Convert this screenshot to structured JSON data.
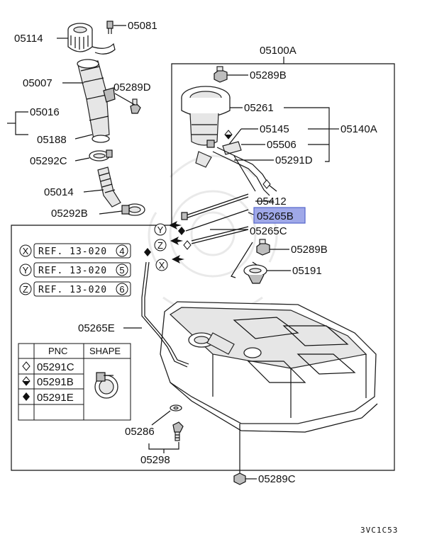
{
  "labels": {
    "p05114": "05114",
    "p05081": "05081",
    "p05007": "05007",
    "p05289D": "05289D",
    "p05016": "05016",
    "p05188": "05188",
    "p05292C": "05292C",
    "p05014": "05014",
    "p05292B": "05292B",
    "p05100A": "05100A",
    "p05289B_top": "05289B",
    "p05261": "05261",
    "p05145": "05145",
    "p05140A": "05140A",
    "p05506": "05506",
    "p05291D": "05291D",
    "p05412": "05412",
    "p05265B": "05265B",
    "p05265C": "05265C",
    "p05289B_mid": "05289B",
    "p05191": "05191",
    "p05265E": "05265E",
    "p05286": "05286",
    "p05298": "05298",
    "p05289C": "05289C"
  },
  "refs": [
    {
      "letter": "X",
      "text": "REF. 13-020",
      "num": "4"
    },
    {
      "letter": "Y",
      "text": "REF. 13-020",
      "num": "5"
    },
    {
      "letter": "Z",
      "text": "REF. 13-020",
      "num": "6"
    }
  ],
  "arrow_letters": {
    "y": "Y",
    "z": "Z",
    "x": "X"
  },
  "table": {
    "headers": {
      "pnc": "PNC",
      "shape": "SHAPE"
    },
    "rows": [
      {
        "symbol": "diamond-outline",
        "pnc": "05291C"
      },
      {
        "symbol": "diamond-half",
        "pnc": "05291B"
      },
      {
        "symbol": "diamond-filled",
        "pnc": "05291E"
      }
    ]
  },
  "highlight_color": "#9fa8e8",
  "diagram_code": "3VC1C53"
}
